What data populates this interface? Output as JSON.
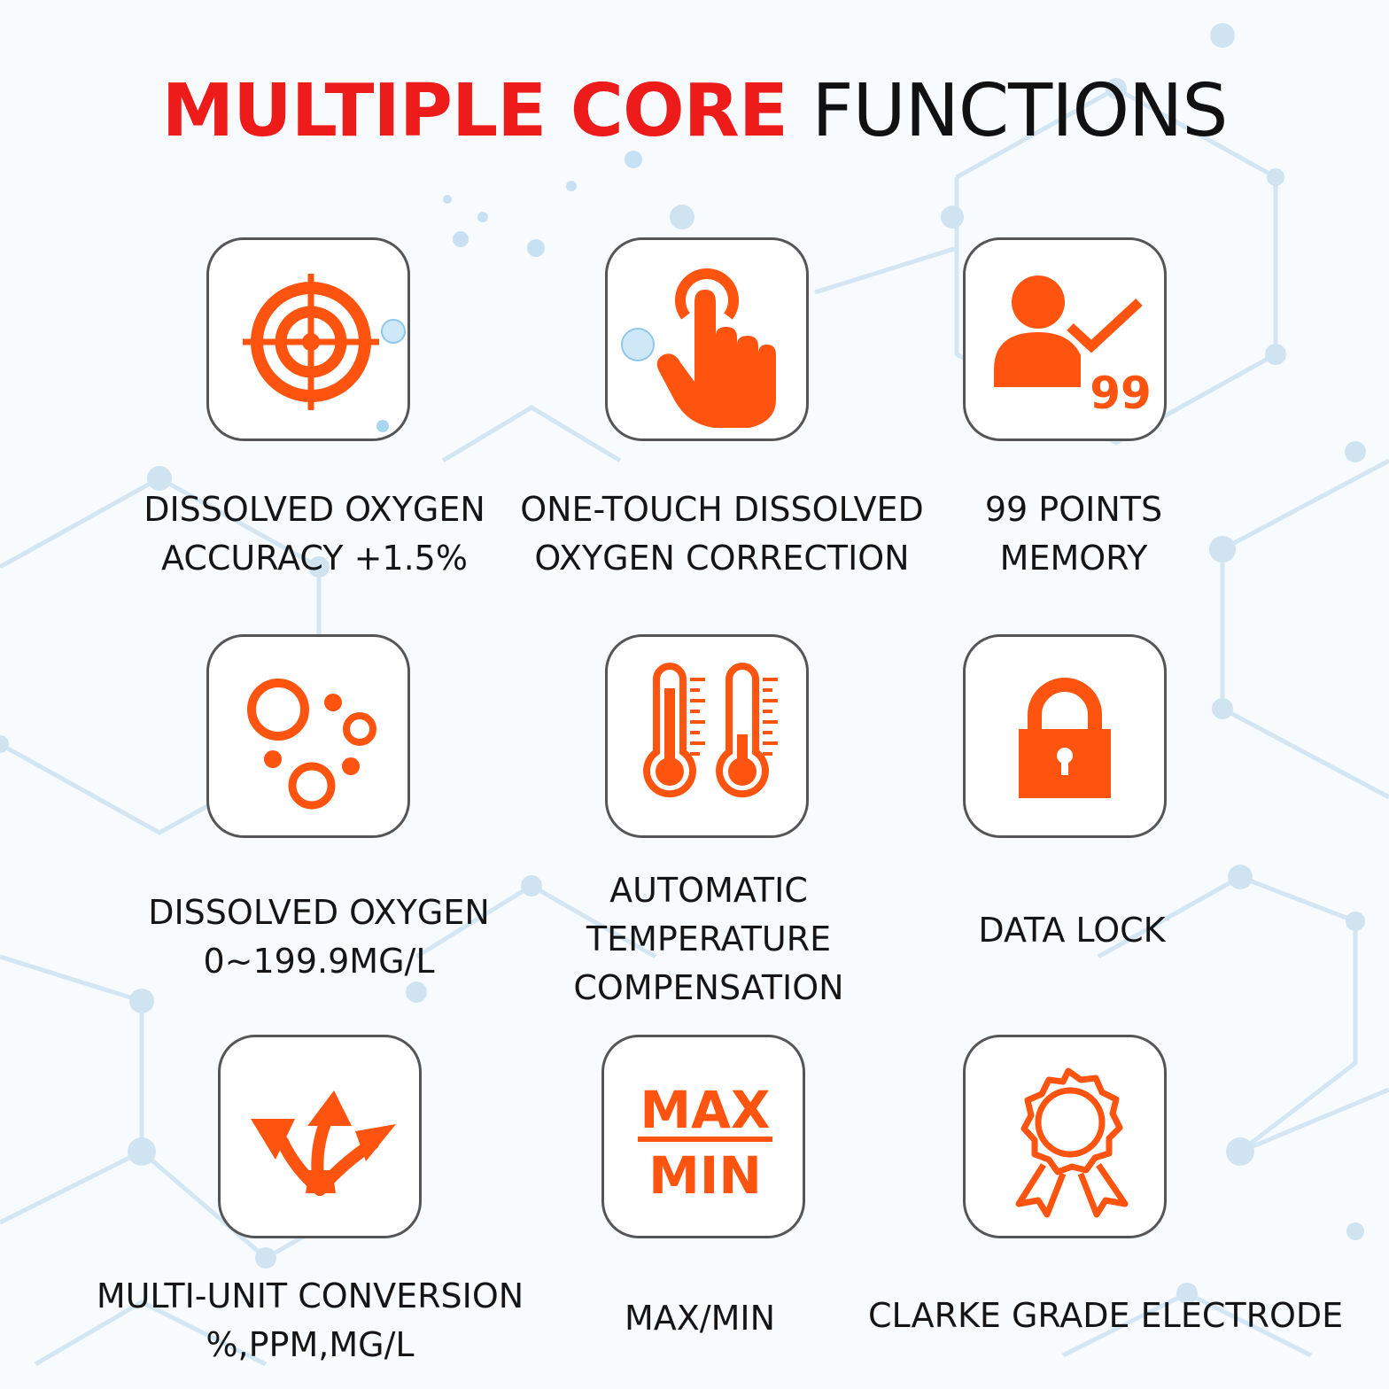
{
  "title": {
    "red": "MULTIPLE CORE",
    "black": "FUNCTIONS"
  },
  "colors": {
    "accent": "#ff5410",
    "title_red": "#ee1b1b",
    "text": "#151515",
    "card_border": "#555555",
    "bg_lines": "#cfe3f1"
  },
  "features": [
    {
      "icon": "target-icon",
      "lines": [
        "DISSOLVED OXYGEN",
        "ACCURACY +1.5%"
      ]
    },
    {
      "icon": "touch-hand-icon",
      "lines": [
        "ONE-TOUCH DISSOLVED",
        "OXYGEN CORRECTION"
      ]
    },
    {
      "icon": "user-check-icon",
      "icon_text": "99",
      "lines": [
        "99 POINTS",
        "MEMORY"
      ]
    },
    {
      "icon": "bubbles-icon",
      "lines": [
        "DISSOLVED OXYGEN",
        "0~199.9MG/L"
      ]
    },
    {
      "icon": "thermometers-icon",
      "lines": [
        "AUTOMATIC",
        "TEMPERATURE",
        "COMPENSATION"
      ]
    },
    {
      "icon": "padlock-icon",
      "lines": [
        "DATA LOCK"
      ]
    },
    {
      "icon": "split-arrows-icon",
      "lines": [
        "MULTI-UNIT CONVERSION",
        "%,PPM,MG/L"
      ]
    },
    {
      "icon": "max-min-icon",
      "icon_text_top": "MAX",
      "icon_text_bottom": "MIN",
      "lines": [
        "MAX/MIN"
      ]
    },
    {
      "icon": "award-ribbon-icon",
      "lines": [
        "CLARKE GRADE ELECTRODE"
      ]
    }
  ]
}
